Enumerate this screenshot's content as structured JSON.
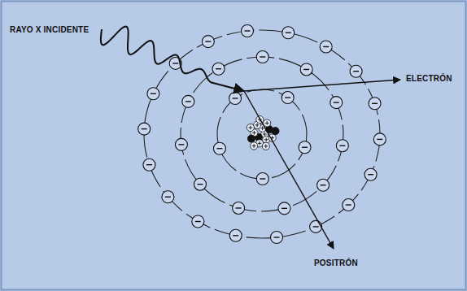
{
  "diagram": {
    "labels": [
      "RAYO X INCIDENTE",
      "ELECTRÓN",
      "POSITRÓN"
    ]
  }
}
